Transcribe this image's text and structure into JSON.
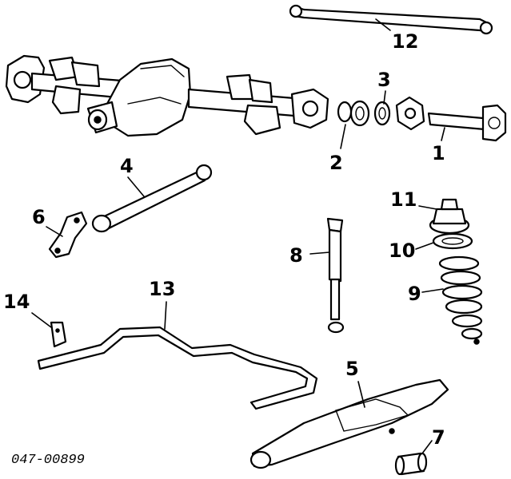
{
  "diagram": {
    "catalog_number": "047-00899",
    "callouts": {
      "c1": "1",
      "c2": "2",
      "c3": "3",
      "c4": "4",
      "c5": "5",
      "c6": "6",
      "c7": "7",
      "c8": "8",
      "c9": "9",
      "c10": "10",
      "c11": "11",
      "c12": "12",
      "c13": "13",
      "c14": "14"
    }
  }
}
